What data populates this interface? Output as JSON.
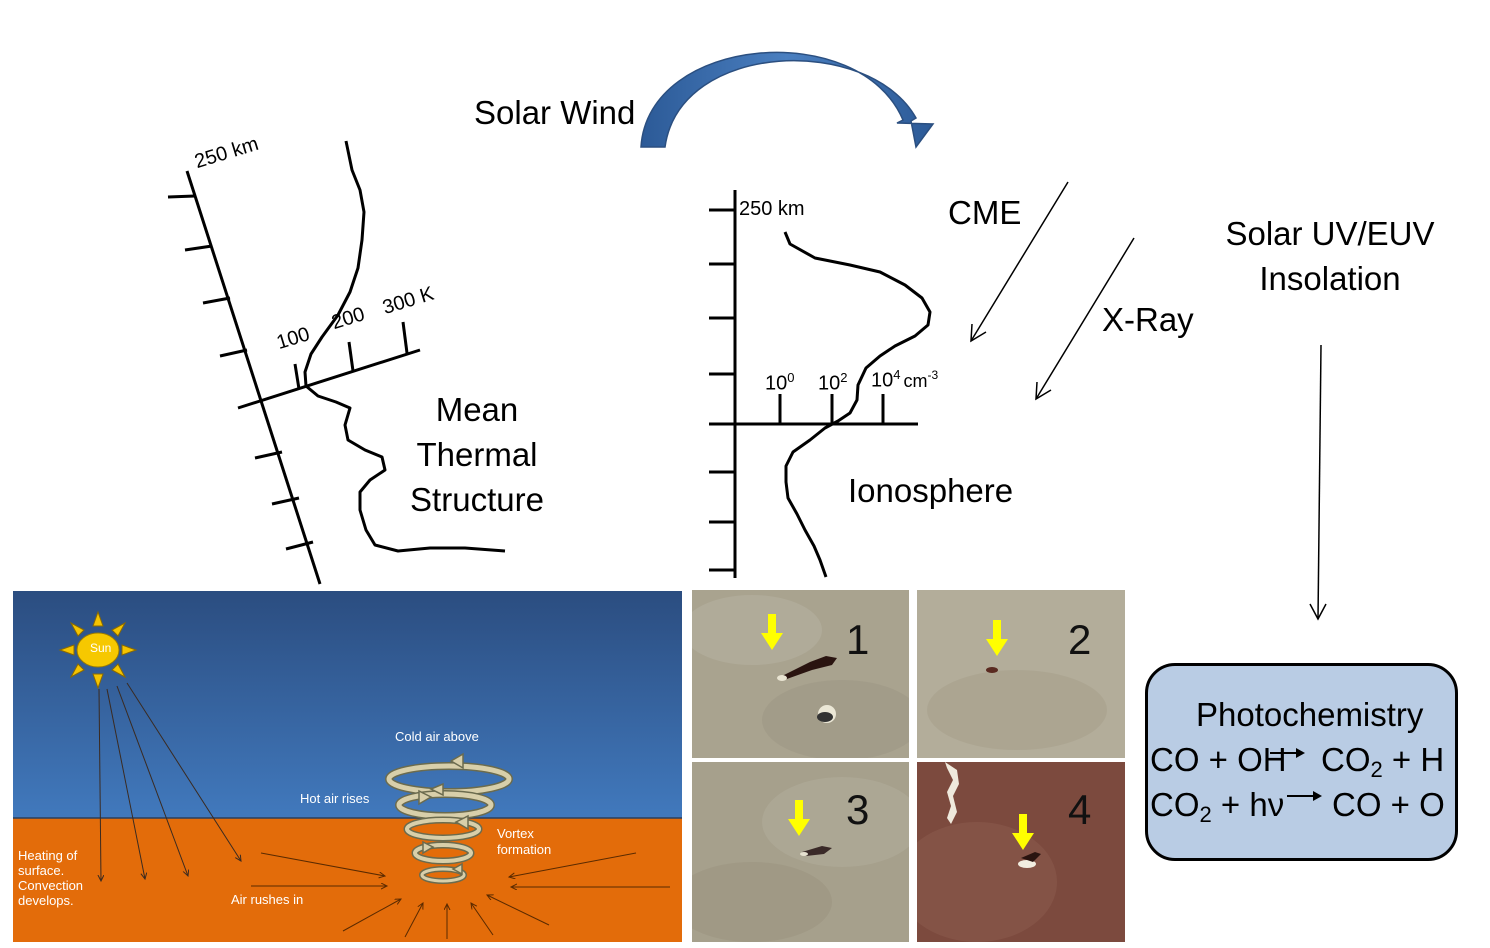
{
  "solar_wind": "Solar Wind",
  "thermal": {
    "altitude_label": "250 km",
    "tick_labels": [
      "100",
      "200",
      "300 K"
    ],
    "title_lines": [
      "Mean",
      "Thermal",
      "Structure"
    ]
  },
  "ionosphere": {
    "altitude_label": "250 km",
    "tick_labels": [
      {
        "base": "10",
        "exp": "0"
      },
      {
        "base": "10",
        "exp": "2"
      },
      {
        "base": "10",
        "exp": "4",
        "unit": "cm",
        "unit_exp": "-3"
      }
    ],
    "title": "Ionosphere"
  },
  "cme": "CME",
  "xray": "X-Ray",
  "solar_uv_lines": [
    "Solar UV/EUV",
    "Insolation"
  ],
  "photochemistry": {
    "title": "Photochemistry",
    "eq1": {
      "left_a": "CO + OH",
      "right_a": "CO",
      "right_sub": "2",
      "right_b": " + H"
    },
    "eq2": {
      "left_a": "CO",
      "left_sub": "2",
      "left_b": " + hν",
      "right": "CO + O"
    }
  },
  "dust_devil": {
    "sun_label": "Sun",
    "cold_air": "Cold air above",
    "hot_air": "Hot air rises",
    "vortex": [
      "Vortex",
      "formation"
    ],
    "heating": [
      "Heating of",
      "surface.",
      "Convection",
      "develops."
    ],
    "air_rushes": "Air rushes in"
  },
  "photo_numbers": [
    "1",
    "2",
    "3",
    "4"
  ],
  "colors": {
    "sky_top": "#2e5286",
    "sky_bottom": "#3f78b8",
    "ground": "#e36c0a",
    "solar_wind_arrow": "#3a68a8",
    "photochem_box": "#b9cce4",
    "marker_arrow": "#ffff00"
  }
}
